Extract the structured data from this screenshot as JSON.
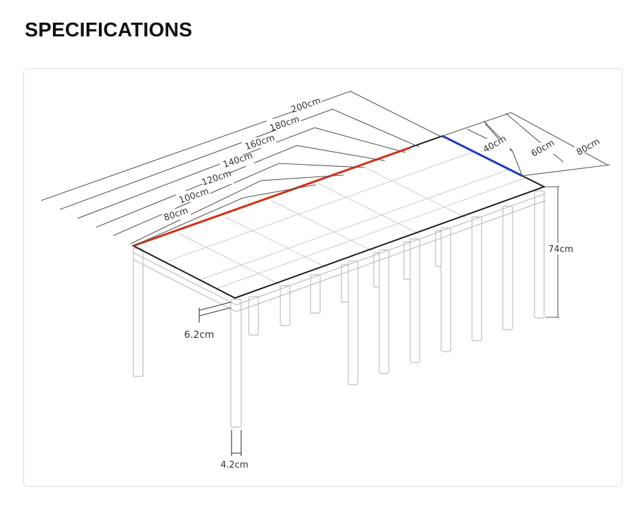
{
  "page": {
    "title": "SPECIFICATIONS"
  },
  "diagram": {
    "length_labels": [
      "200cm",
      "180cm",
      "160cm",
      "140cm",
      "120cm",
      "100cm",
      "80cm"
    ],
    "depth_labels": [
      "40cm",
      "60cm",
      "80cm"
    ],
    "height_label": "74cm",
    "frame_label": "6.2cm",
    "leg_label": "4.2cm",
    "colors": {
      "length_highlight": "#d0341c",
      "depth_highlight": "#1f3fb8",
      "outline": "#1a1a1a",
      "guide": "#555555",
      "leg": "#c4c4c4"
    }
  }
}
